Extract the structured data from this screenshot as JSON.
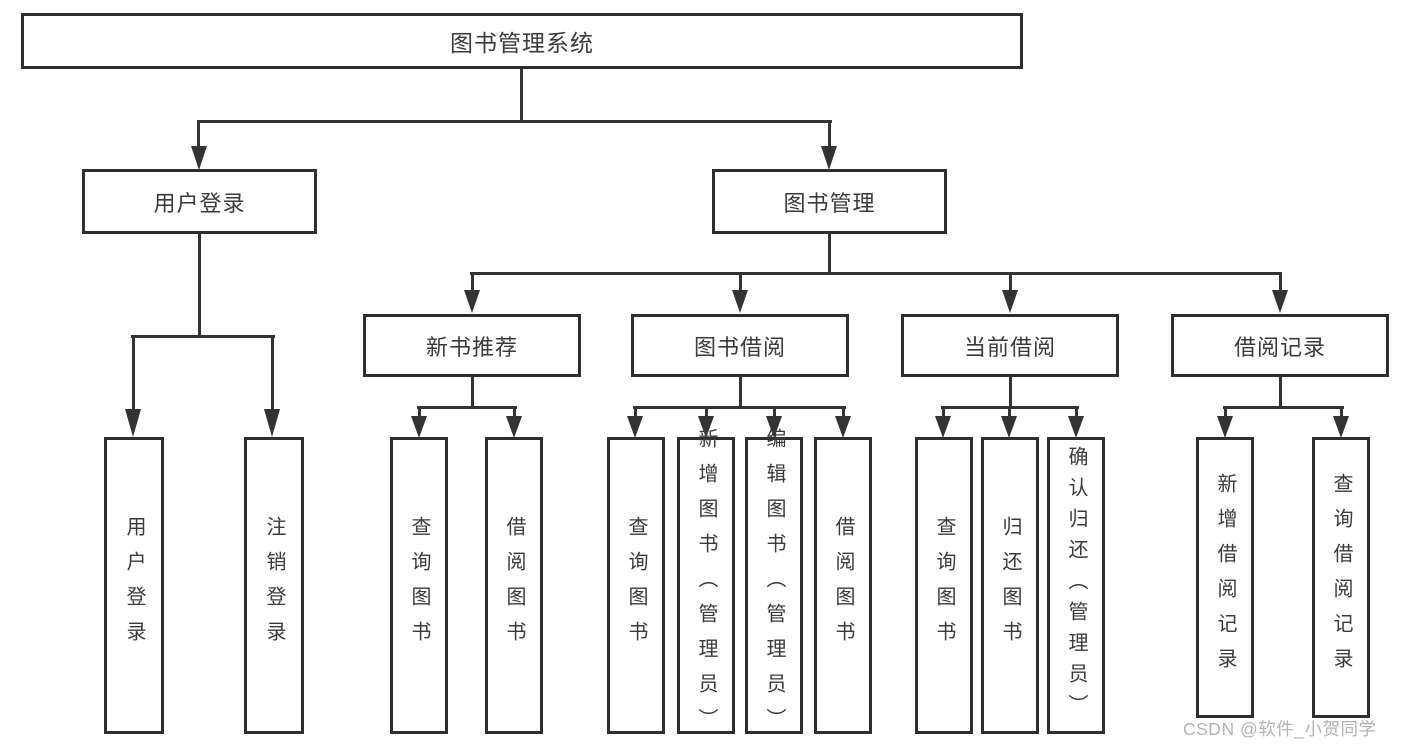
{
  "colors": {
    "background": "#ffffff",
    "line": "#333333",
    "box_border": "#2e2e2e",
    "text": "#3a3a3a",
    "watermark": "#b3b3b3"
  },
  "nodes": {
    "root": "图书管理系统",
    "user_login": "用户登录",
    "book_mgmt": "图书管理",
    "new_book_rec": "新书推荐",
    "book_borrow": "图书借阅",
    "current_borrow": "当前借阅",
    "borrow_records": "借阅记录",
    "login": "用户登录",
    "logout": "注销登录",
    "query_book_1": "查询图书",
    "borrow_book_1": "借阅图书",
    "query_book_2": "查询图书",
    "add_book_admin": "新增图书（管理员）",
    "edit_book_admin": "编辑图书（管理员）",
    "borrow_book_2": "借阅图书",
    "query_book_3": "查询图书",
    "return_book": "归还图书",
    "confirm_return_admin": "确认归还（管理员）",
    "add_borrow_record": "新增借阅记录",
    "query_borrow_record": "查询借阅记录"
  },
  "watermark": "CSDN @软件_小贺同学"
}
